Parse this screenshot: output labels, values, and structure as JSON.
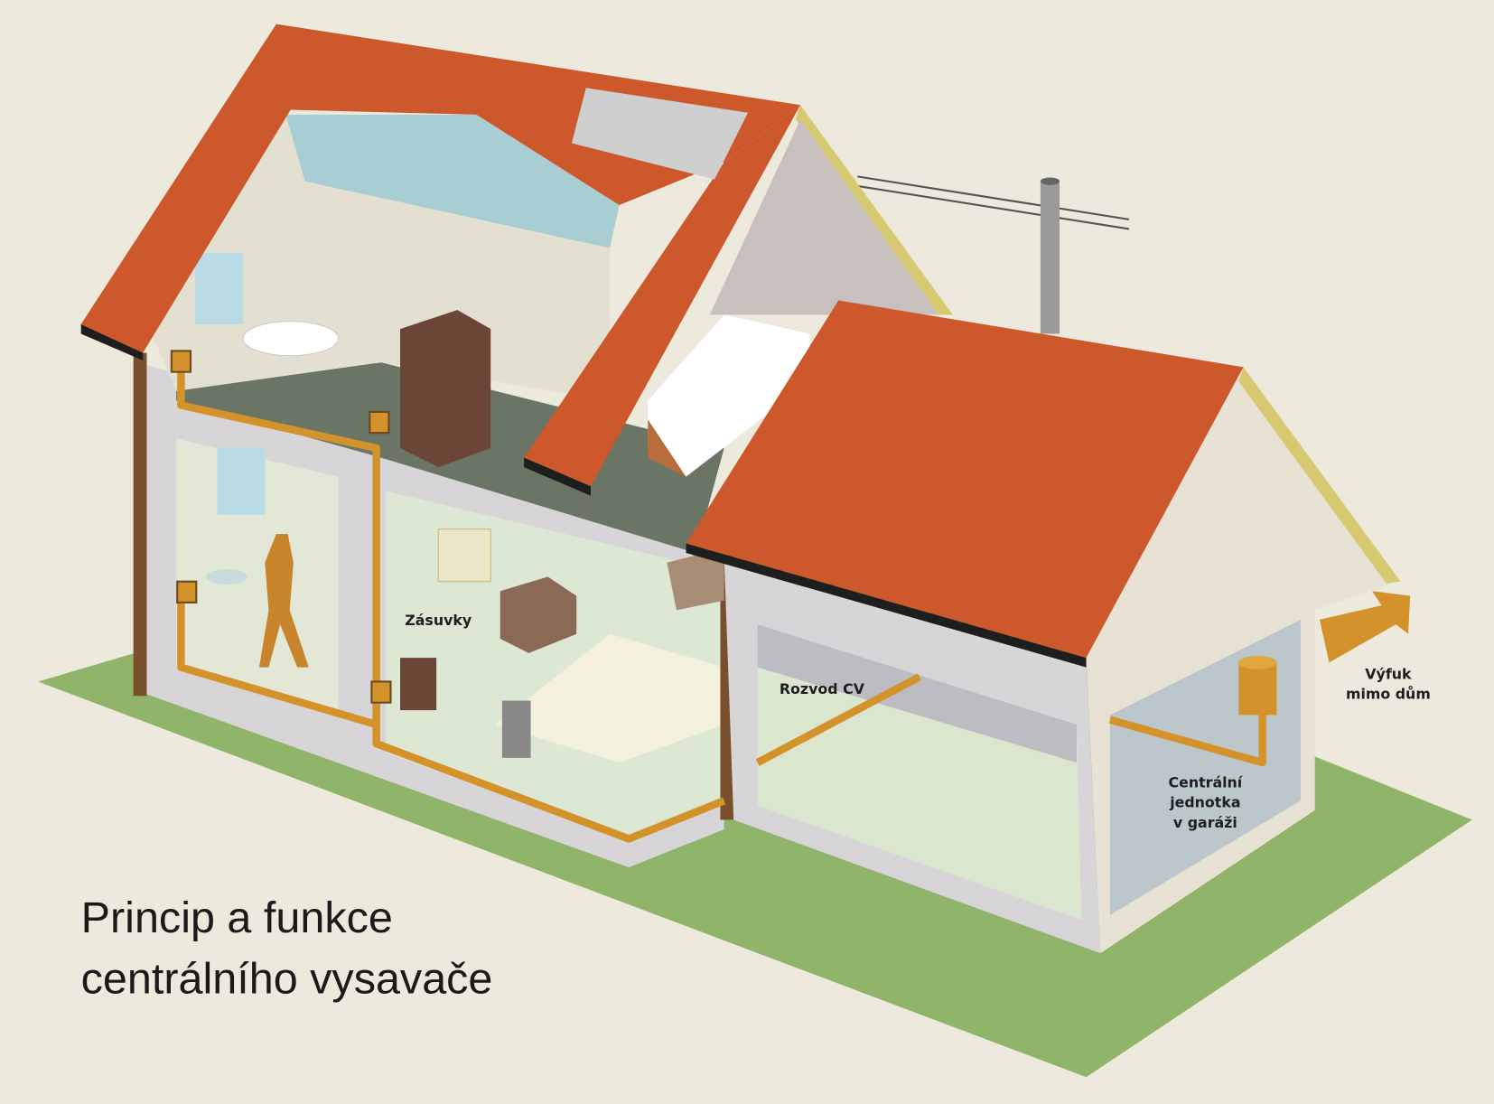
{
  "title": {
    "line1": "Princip a funkce",
    "line2": "centrálního vysavače"
  },
  "labels": {
    "outlets": "Zásuvky",
    "piping": "Rozvod CV",
    "unit_line1": "Centrální",
    "unit_line2": "jednotka",
    "unit_line3": "v garáži",
    "exhaust_line1": "Výfuk",
    "exhaust_line2": "mimo dům"
  },
  "colors": {
    "background": "#ede9dc",
    "roof": "#cc582c",
    "ground": "#8fb46a",
    "pipe": "#d4922a",
    "wall": "#d8d5d9"
  }
}
